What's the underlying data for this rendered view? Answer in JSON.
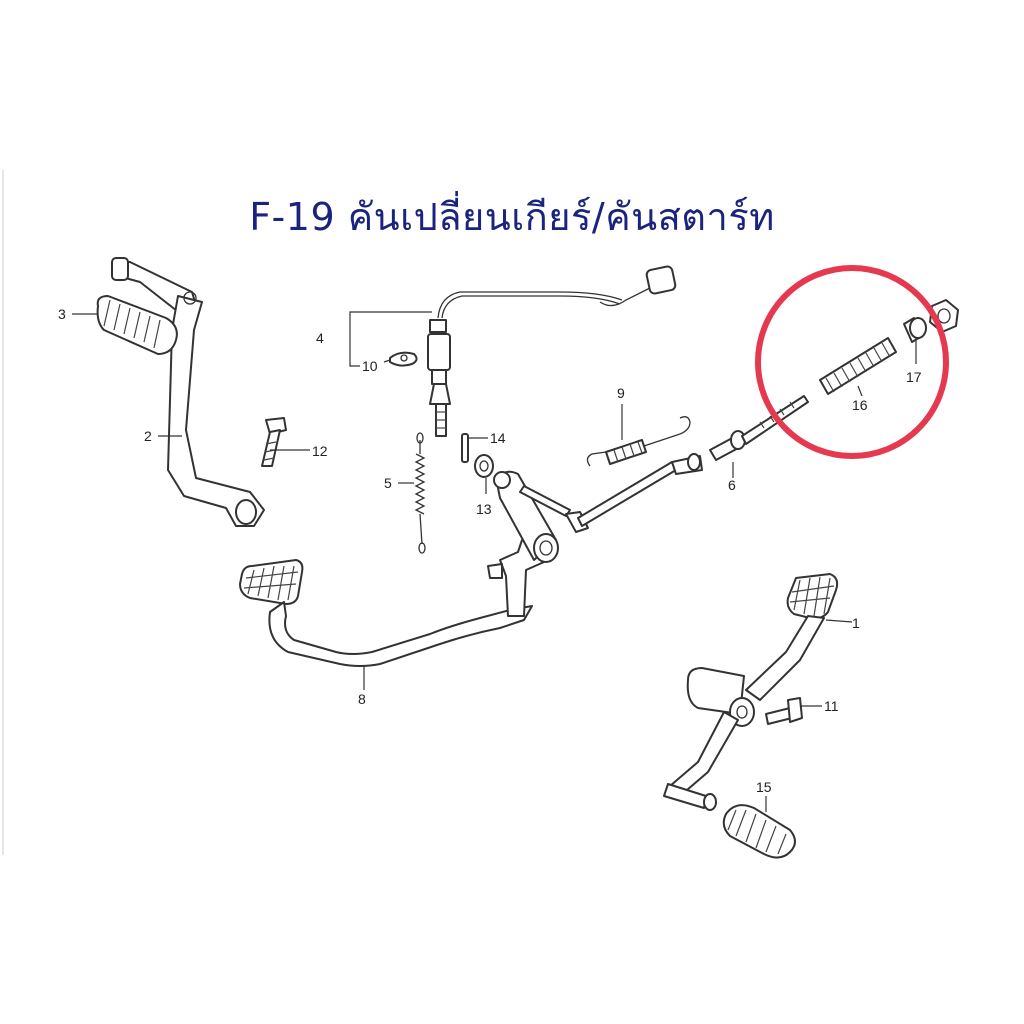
{
  "title": "F-19 คันเปลี่ยนเกียร์/คันสตาร์ท",
  "colors": {
    "title": "#1a237e",
    "highlight": "#e53950",
    "line": "#333333",
    "frame_edge": "#e6e6e6"
  },
  "callouts": {
    "p1": "1",
    "p2": "2",
    "p3": "3",
    "p4": "4",
    "p5": "5",
    "p6": "6",
    "p8": "8",
    "p9": "9",
    "p10": "10",
    "p11": "11",
    "p12": "12",
    "p13": "13",
    "p14": "14",
    "p15": "15",
    "p16": "16",
    "p17": "17"
  },
  "highlight": {
    "target": "16, 17",
    "shape": "circle"
  }
}
